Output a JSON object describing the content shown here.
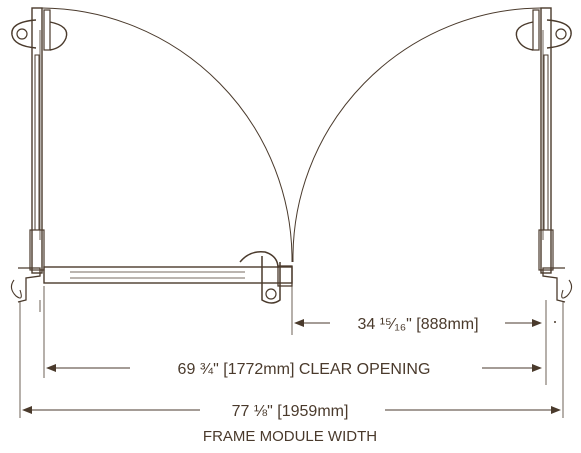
{
  "dimensions": {
    "door_leaf": "34 ¹⁵⁄₁₆\" [888mm]",
    "clear_opening": "69 ¾\" [1772mm] CLEAR OPENING",
    "frame_width": "77 ⅛\" [1959mm]",
    "frame_caption": "FRAME MODULE WIDTH"
  },
  "colors": {
    "ink": "#4a3a2c",
    "background": "#ffffff"
  }
}
